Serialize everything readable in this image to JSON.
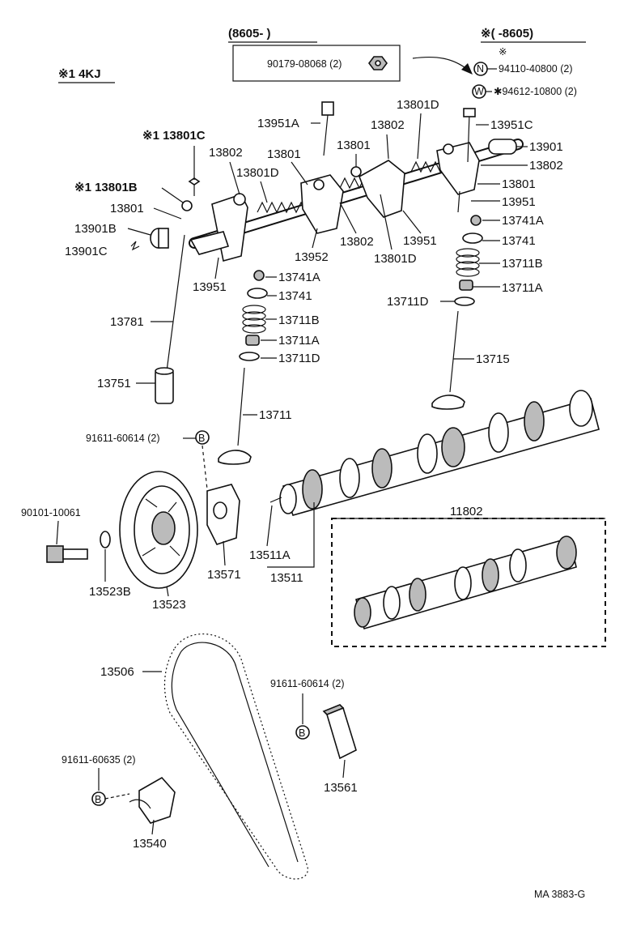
{
  "header": {
    "variant_note": "※1 4KJ",
    "range_left": "(8605-        )",
    "range_right": "※(        -8605)",
    "star": "※"
  },
  "labels": {
    "p90179": "90179-08068 (2)",
    "p94110": "94110-40800 (2)",
    "p94612": "✱94612-10800 (2)",
    "p13951A": "13951A",
    "p13801D_top": "13801D",
    "p13802_top": "13802",
    "p13801_top": "13801",
    "p13951C": "13951C",
    "p13901": "13901",
    "p13802_r": "13802",
    "p13801_r": "13801",
    "p13951_r": "13951",
    "p13801C": "※1 13801C",
    "p13802_l": "13802",
    "p13801_l": "13801",
    "p13801D_l": "13801D",
    "p13801B": "※1 13801B",
    "p13801_ll": "13801",
    "p13901B": "13901B",
    "p13901C": "13901C",
    "p13952": "13952",
    "p13802_m": "13802",
    "p13801D_m": "13801D",
    "p13951_m": "13951",
    "p13951_l": "13951",
    "p13741A_r": "13741A",
    "p13741_r": "13741",
    "p13711B_r": "13711B",
    "p13711A_r": "13711A",
    "p13711D_r": "13711D",
    "p13715": "13715",
    "p13741A_l": "13741A",
    "p13741_l": "13741",
    "p13711B_l": "13711B",
    "p13711A_l": "13711A",
    "p13711D_l": "13711D",
    "p13781": "13781",
    "p13751": "13751",
    "p13711": "13711",
    "p91611a": "91611-60614 (2)",
    "p90101": "90101-10061",
    "p13523B": "13523B",
    "p13523": "13523",
    "p13571": "13571",
    "p13511A": "13511A",
    "p13511": "13511",
    "p11802": "11802",
    "p13506": "13506",
    "p91611b": "91611-60614 (2)",
    "p13561": "13561",
    "p91611c": "91611-60635 (2)",
    "p13540": "13540",
    "code": "MA  3883-G"
  },
  "badges": {
    "N": "N",
    "W": "W",
    "B": "B"
  }
}
